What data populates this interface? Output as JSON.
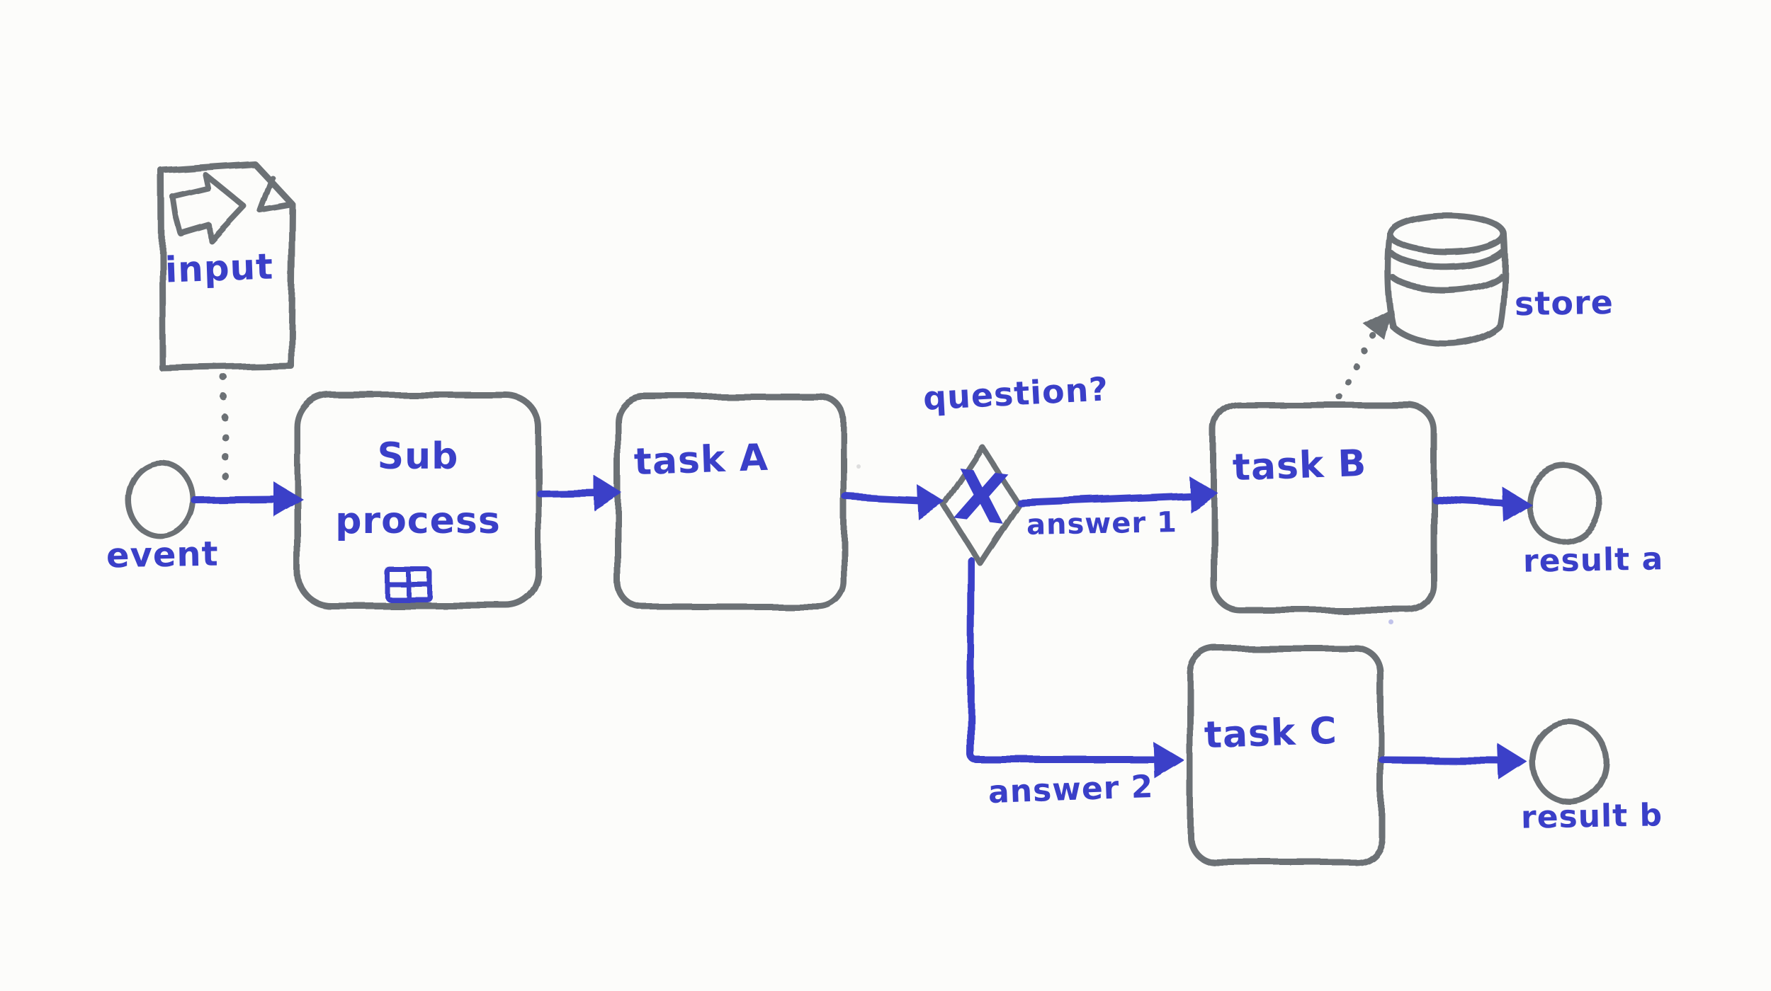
{
  "colors": {
    "ink_blue": "#3a3fc8",
    "ink_gray": "#6c7175",
    "paper": "#fcfcfa"
  },
  "diagram": {
    "style": "hand-drawn process flow sketch",
    "nodes": [
      {
        "id": "input",
        "type": "document",
        "label": "input"
      },
      {
        "id": "event",
        "type": "start-event",
        "label": "event"
      },
      {
        "id": "subprocess",
        "type": "subprocess",
        "label": "Sub process",
        "label_lines": [
          "Sub",
          "process"
        ],
        "marker": "grid"
      },
      {
        "id": "task-a",
        "type": "task",
        "label": "task A"
      },
      {
        "id": "gateway",
        "type": "exclusive-gateway",
        "symbol": "X",
        "label": "question?"
      },
      {
        "id": "task-b",
        "type": "task",
        "label": "task B"
      },
      {
        "id": "task-c",
        "type": "task",
        "label": "task C"
      },
      {
        "id": "store",
        "type": "data-store",
        "label": "store"
      },
      {
        "id": "result-a",
        "type": "end-event",
        "label": "result a"
      },
      {
        "id": "result-b",
        "type": "end-event",
        "label": "result b"
      }
    ],
    "edges": [
      {
        "from": "event",
        "to": "subprocess",
        "style": "solid-arrow",
        "label": ""
      },
      {
        "from": "subprocess",
        "to": "task-a",
        "style": "solid-arrow",
        "label": ""
      },
      {
        "from": "task-a",
        "to": "gateway",
        "style": "solid-arrow",
        "label": ""
      },
      {
        "from": "gateway",
        "to": "task-b",
        "style": "solid-arrow",
        "label": "answer 1"
      },
      {
        "from": "gateway",
        "to": "task-c",
        "style": "solid-arrow",
        "label": "answer 2"
      },
      {
        "from": "task-b",
        "to": "result-a",
        "style": "solid-arrow",
        "label": ""
      },
      {
        "from": "task-c",
        "to": "result-b",
        "style": "solid-arrow",
        "label": ""
      },
      {
        "from": "input",
        "to": "event-flow",
        "style": "dotted",
        "label": ""
      },
      {
        "from": "task-b",
        "to": "store",
        "style": "dotted-arrow",
        "label": ""
      }
    ]
  }
}
